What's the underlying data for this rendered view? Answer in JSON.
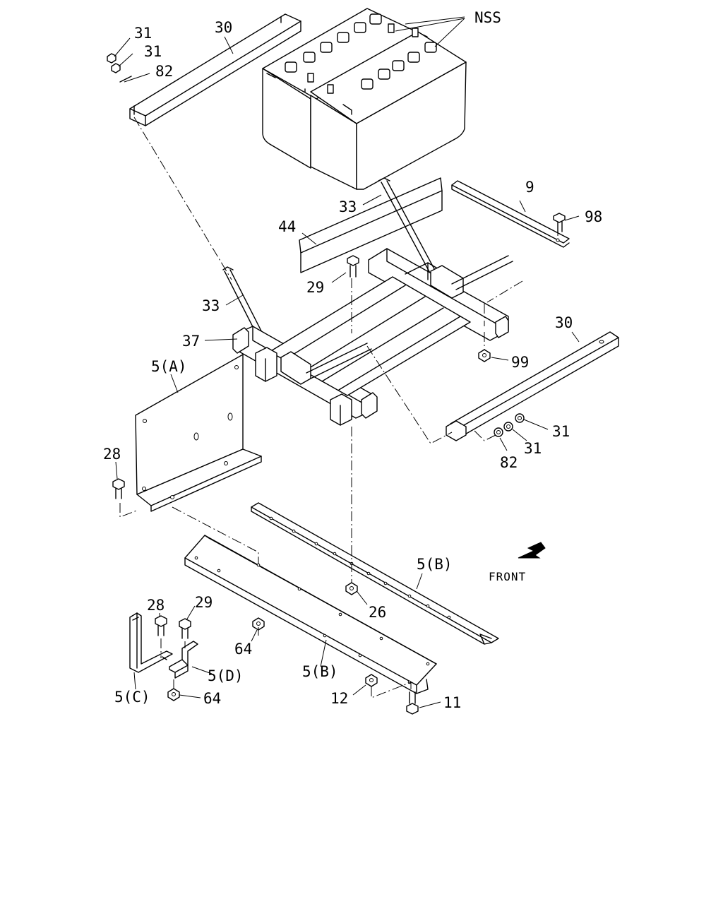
{
  "labels": {
    "nss": "NSS",
    "p30_top": "30",
    "p31_a": "31",
    "p31_b": "31",
    "p82_top": "82",
    "p33_upper": "33",
    "p44": "44",
    "p9": "9",
    "p98": "98",
    "p29_upper": "29",
    "p33_lower": "33",
    "p37": "37",
    "p99": "99",
    "p30_right": "30",
    "p5a": "5(A)",
    "p31_c": "31",
    "p31_d": "31",
    "p82_right": "82",
    "p28_left": "28",
    "p5b_right": "5(B)",
    "front": "FRONT",
    "p26": "26",
    "p28_lower": "28",
    "p29_lower": "29",
    "p64_mid": "64",
    "p5d": "5(D)",
    "p5b_lower": "5(B)",
    "p5c": "5(C)",
    "p64_lower": "64",
    "p12": "12",
    "p11": "11"
  },
  "colors": {
    "line": "#000000",
    "background": "#ffffff"
  },
  "icons": {
    "front_arrow": "arrow-down-left-icon"
  }
}
